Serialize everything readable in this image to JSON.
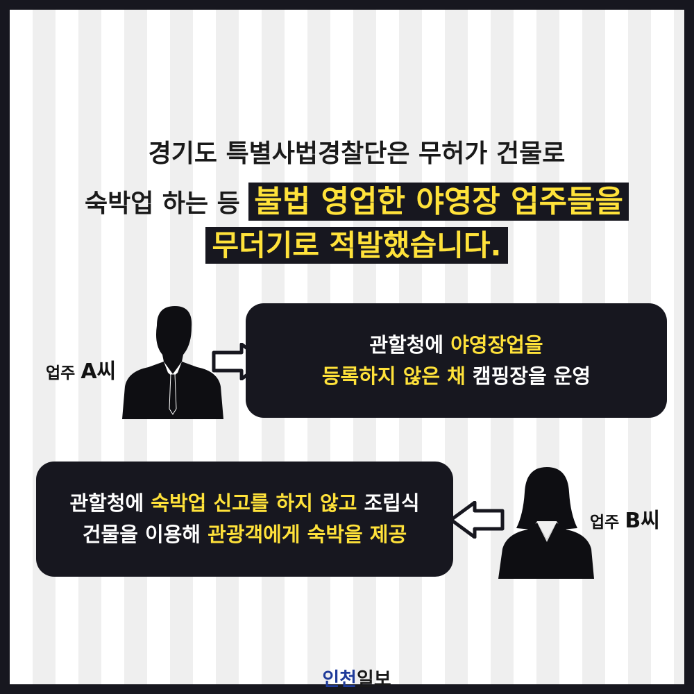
{
  "headline": {
    "line1": "경기도 특별사법경찰단은 무허가 건물로",
    "line2_plain": "숙박업 하는 등 ",
    "line2_highlight": "불법 영업한 야영장 업주들을",
    "line3_highlight": "무더기로 적발했습니다."
  },
  "case_a": {
    "label_prefix": "업주 ",
    "label_name": "A씨",
    "text": [
      {
        "t": "관할청에 ",
        "hl": false
      },
      {
        "t": "야영장업을",
        "hl": true
      },
      {
        "t": "등록하지 않은 채",
        "hl": true
      },
      {
        "t": " 캠핑장을 운영",
        "hl": false
      }
    ]
  },
  "case_b": {
    "label_prefix": "업주 ",
    "label_name": "B씨",
    "text": [
      {
        "t": "관할청에 ",
        "hl": false
      },
      {
        "t": "숙박업 신고를 하지 않고",
        "hl": true
      },
      {
        "t": " 조립식",
        "hl": false
      },
      {
        "t": "건물을 이용해 ",
        "hl": false
      },
      {
        "t": "관광객에게 숙박을 제공",
        "hl": true
      }
    ]
  },
  "logo": {
    "part1": "인천",
    "part2": "일보"
  },
  "colors": {
    "dark": "#17171f",
    "highlight": "#ffe23a",
    "logo_blue": "#1f3b9a"
  },
  "icons": [
    "man-silhouette-icon",
    "woman-silhouette-icon",
    "arrow-right-icon",
    "arrow-left-icon"
  ]
}
